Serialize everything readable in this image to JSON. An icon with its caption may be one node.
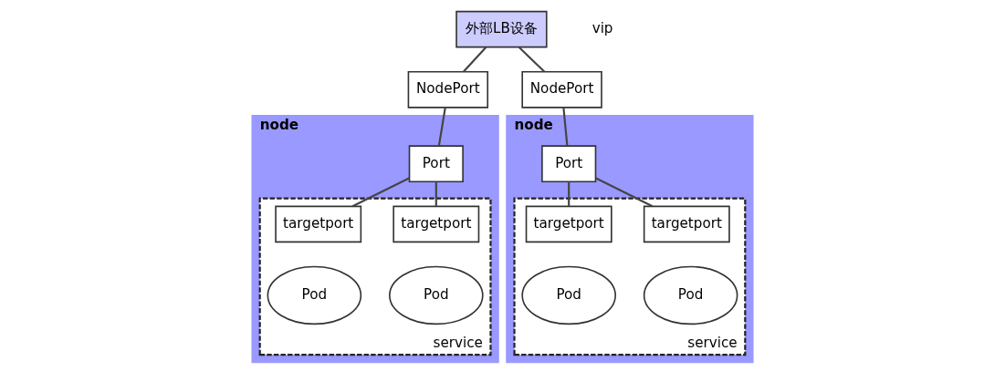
{
  "diagram": {
    "nodes": [
      {
        "text": [
          "外部LB设备"
        ],
        "beside": [
          "vip"
        ]
      },
      {
        "text": [
          "node"
        ]
      },
      {
        "text": [
          "NodePort"
        ]
      },
      {
        "text": [
          "service"
        ],
        "in": 1
      },
      {
        "text": [
          "Port"
        ],
        "in": 1
      },
      {
        "text": [
          "targetport"
        ],
        "in": 3
      },
      {
        "text": [
          "Pod"
        ],
        "in": 3
      },
      {
        "text": [
          "targetport"
        ],
        "in": 3
      },
      {
        "text": [
          "Pod"
        ],
        "in": 3
      },
      {
        "text": [
          "node"
        ]
      },
      {
        "text": [
          "NodePort"
        ]
      },
      {
        "text": [
          "service"
        ],
        "in": 9
      },
      {
        "text": [
          "Port"
        ],
        "in": 9
      },
      {
        "text": [
          "targetport"
        ],
        "in": 11
      },
      {
        "text": [
          "Pod"
        ],
        "in": 11
      },
      {
        "text": [
          "targetport"
        ],
        "in": 11
      },
      {
        "text": [
          "Pod"
        ],
        "in": 11
      }
    ],
    "edges": [
      {
        "from": 0,
        "to": 2,
        "arrow": "none"
      },
      {
        "from": 2,
        "to": 4,
        "arrow": "none"
      },
      {
        "from": 4,
        "to": 5,
        "arrow": "none"
      },
      {
        "from": 4,
        "to": 7,
        "arrow": "none"
      },
      {
        "from": 0,
        "to": 10,
        "arrow": "none"
      },
      {
        "from": 10,
        "to": 12,
        "arrow": "none"
      },
      {
        "from": 12,
        "to": 13,
        "arrow": "none"
      },
      {
        "from": 12,
        "to": 15,
        "arrow": "none"
      }
    ]
  }
}
